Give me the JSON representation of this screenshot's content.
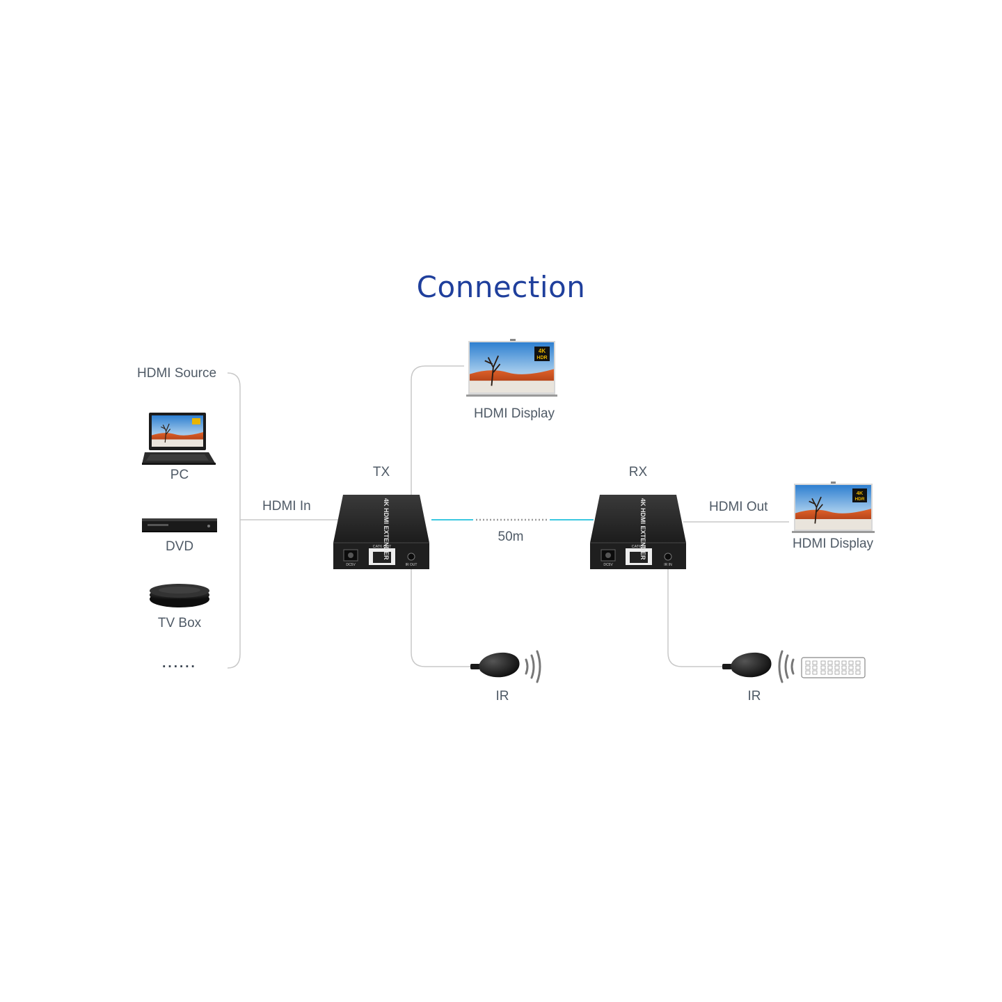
{
  "title": "Connection",
  "source": {
    "group_label": "HDMI Source",
    "devices": [
      "PC",
      "DVD",
      "TV Box"
    ],
    "more": "......"
  },
  "links": {
    "hdmi_in": "HDMI In",
    "distance": "50m",
    "hdmi_out": "HDMI Out"
  },
  "tx": {
    "label": "TX",
    "device_text": "4K HDMI EXTENDER",
    "port_label": "CAT6 OUT",
    "power_label": "DC5V",
    "ir_port_label": "IR OUT"
  },
  "rx": {
    "label": "RX",
    "device_text": "4K HDMI EXTENDER",
    "port_label": "CAT6 IN",
    "power_label": "DC5V",
    "ir_port_label": "IR IN"
  },
  "displays": {
    "tx_display": "HDMI Display",
    "rx_display": "HDMI Display",
    "badge_top": "4K",
    "badge_bottom": "HDR"
  },
  "ir": {
    "tx_label": "IR",
    "rx_label": "IR"
  },
  "colors": {
    "title": "#1f3f9c",
    "text": "#4f5a66",
    "line": "#c8c8c8",
    "cable": "#3cc8e0",
    "device": "#2a2a2a",
    "badge": "#e8b400"
  }
}
